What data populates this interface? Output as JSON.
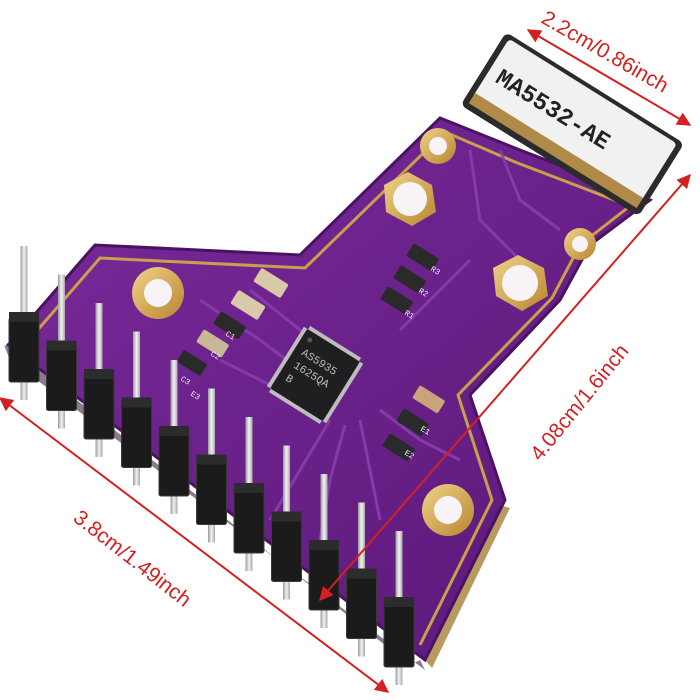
{
  "photo": {
    "sensor_label": "MA5532-AE",
    "chip_marking": [
      "AS5935",
      "1625QA",
      "B"
    ],
    "silkscreen": [
      "R3",
      "R2",
      "R1",
      "C1",
      "C2",
      "C3",
      "E1",
      "E2",
      "E3"
    ],
    "dimensions": {
      "top": "2.2cm/0.86inch",
      "right": "4.08cm/1.6inch",
      "bottom": "3.8cm/1.49inch"
    },
    "pin_count": 11
  },
  "colors": {
    "board": "#6a1e8a",
    "board_edge": "#4a1262",
    "gold": "#d4a94c",
    "dimension": "#d42020",
    "chip": "#1f1f22",
    "header": "#1b1b1b",
    "pin": "#cfcfcf"
  }
}
